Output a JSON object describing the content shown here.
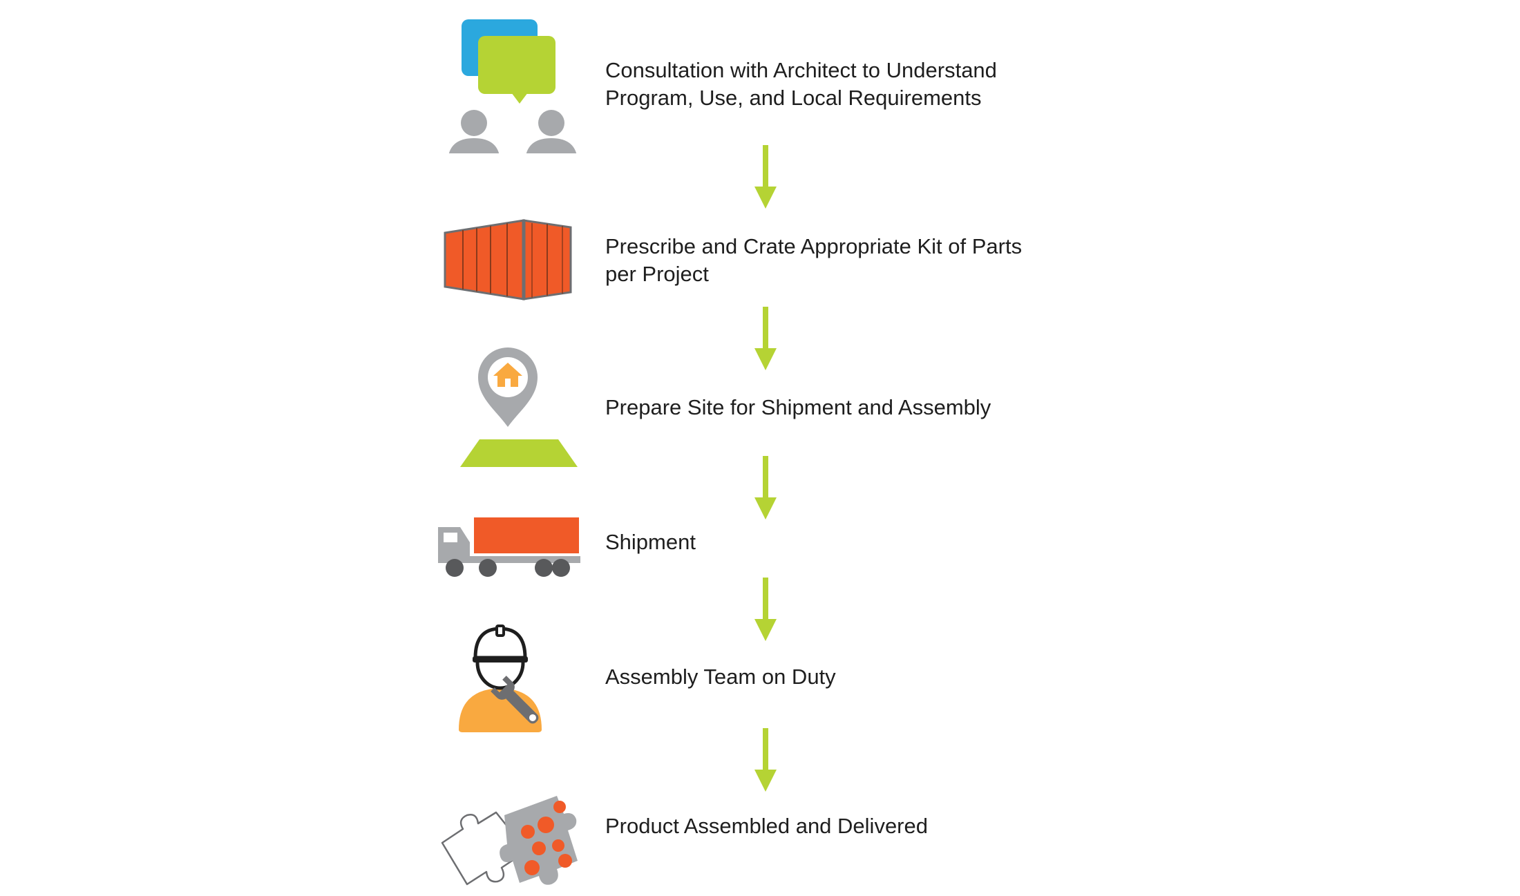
{
  "colors": {
    "green": "#b5d334",
    "blue": "#2ba8de",
    "orange_red": "#f05a28",
    "orange": "#f9a940",
    "gray": "#a7a9ac",
    "dark_gray": "#58595b",
    "text": "#1e1e1e"
  },
  "steps": [
    {
      "icon": "consultation-icon",
      "label": "Consultation with Architect to Understand\nProgram, Use, and Local Requirements"
    },
    {
      "icon": "shipping-container-icon",
      "label": "Prescribe and Crate Appropriate Kit of Parts\nper Project"
    },
    {
      "icon": "location-pin-house-icon",
      "label": "Prepare Site for Shipment and Assembly"
    },
    {
      "icon": "truck-icon",
      "label": "Shipment"
    },
    {
      "icon": "worker-wrench-icon",
      "label": "Assembly Team on Duty"
    },
    {
      "icon": "puzzle-pieces-icon",
      "label": "Product Assembled and Delivered"
    }
  ],
  "arrows": [
    "arrow-down-icon",
    "arrow-down-icon",
    "arrow-down-icon",
    "arrow-down-icon",
    "arrow-down-icon"
  ]
}
